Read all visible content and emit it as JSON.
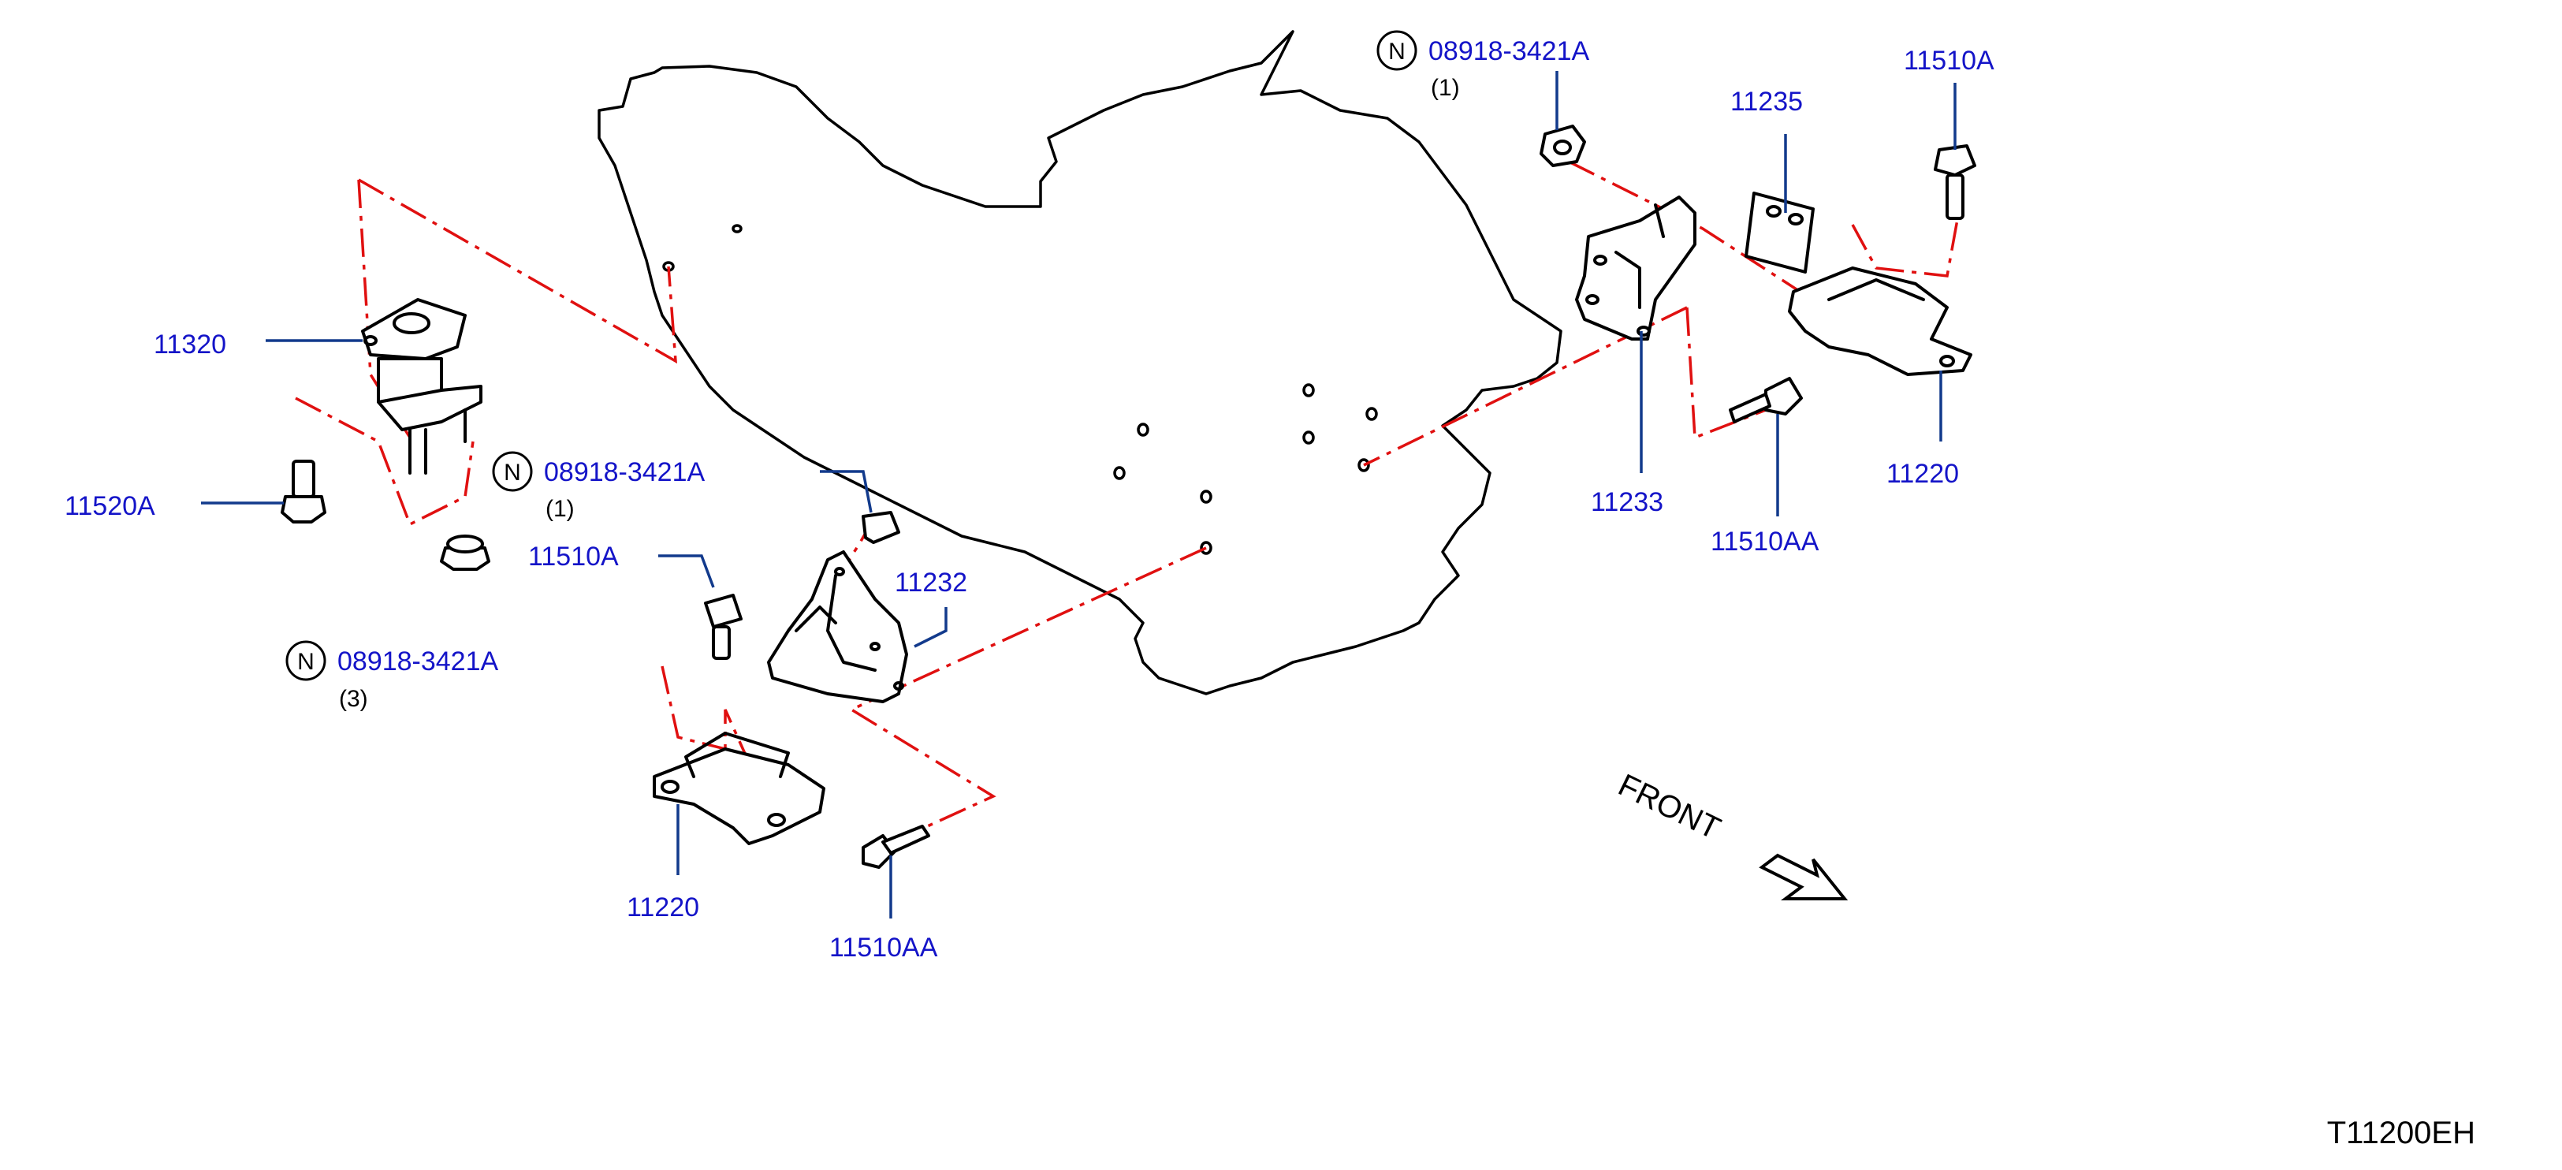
{
  "diagram_code": "T11200EH",
  "front_label": "FRONT",
  "colors": {
    "label": "#1414c8",
    "leader": "#123a8c",
    "guide": "#e01010",
    "line": "#000000"
  },
  "nut_symbol": "N",
  "callouts": {
    "c11320": "11320",
    "c11520a": "11520A",
    "n1_part": "08918-3421A",
    "n1_qty": "(1)",
    "c11510a_left": "11510A",
    "n3_part": "08918-3421A",
    "n3_qty": "(3)",
    "c11232": "11232",
    "c11220_left": "11220",
    "c11510aa_left": "11510AA",
    "ntop_part": "08918-3421A",
    "ntop_qty": "(1)",
    "c11235": "11235",
    "c11510a_right": "11510A",
    "c11233": "11233",
    "c11510aa_right": "11510AA",
    "c11220_right": "11220"
  }
}
